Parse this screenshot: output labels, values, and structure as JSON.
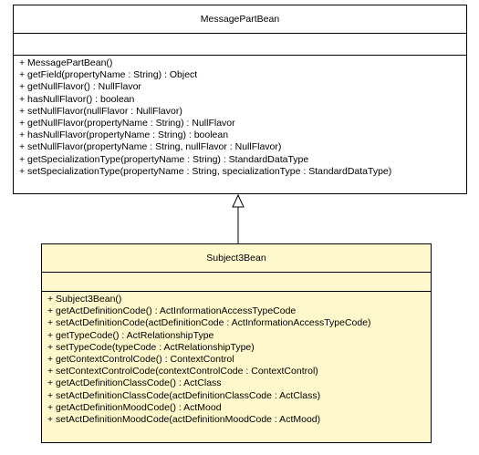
{
  "parent_class": {
    "name": "MessagePartBean",
    "operations": [
      "+ MessagePartBean()",
      "+ getField(propertyName : String) : Object",
      "+ getNullFlavor() : NullFlavor",
      "+ hasNullFlavor() : boolean",
      "+ setNullFlavor(nullFlavor : NullFlavor)",
      "+ getNullFlavor(propertyName : String) : NullFlavor",
      "+ hasNullFlavor(propertyName : String) : boolean",
      "+ setNullFlavor(propertyName : String, nullFlavor : NullFlavor)",
      "+ getSpecializationType(propertyName : String) : StandardDataType",
      "+ setSpecializationType(propertyName : String, specializationType : StandardDataType)"
    ]
  },
  "child_class": {
    "name": "Subject3Bean",
    "fill_color": "#fff8cc",
    "operations": [
      "+ Subject3Bean()",
      "+ getActDefinitionCode() : ActInformationAccessTypeCode",
      "+ setActDefinitionCode(actDefinitionCode : ActInformationAccessTypeCode)",
      "+ getTypeCode() : ActRelationshipType",
      "+ setTypeCode(typeCode : ActRelationshipType)",
      "+ getContextControlCode() : ContextControl",
      "+ setContextControlCode(contextControlCode : ContextControl)",
      "+ getActDefinitionClassCode() : ActClass",
      "+ setActDefinitionClassCode(actDefinitionClassCode : ActClass)",
      "+ getActDefinitionMoodCode() : ActMood",
      "+ setActDefinitionMoodCode(actDefinitionMoodCode : ActMood)"
    ]
  },
  "relationship": {
    "type": "generalization",
    "from": "Subject3Bean",
    "to": "MessagePartBean"
  }
}
